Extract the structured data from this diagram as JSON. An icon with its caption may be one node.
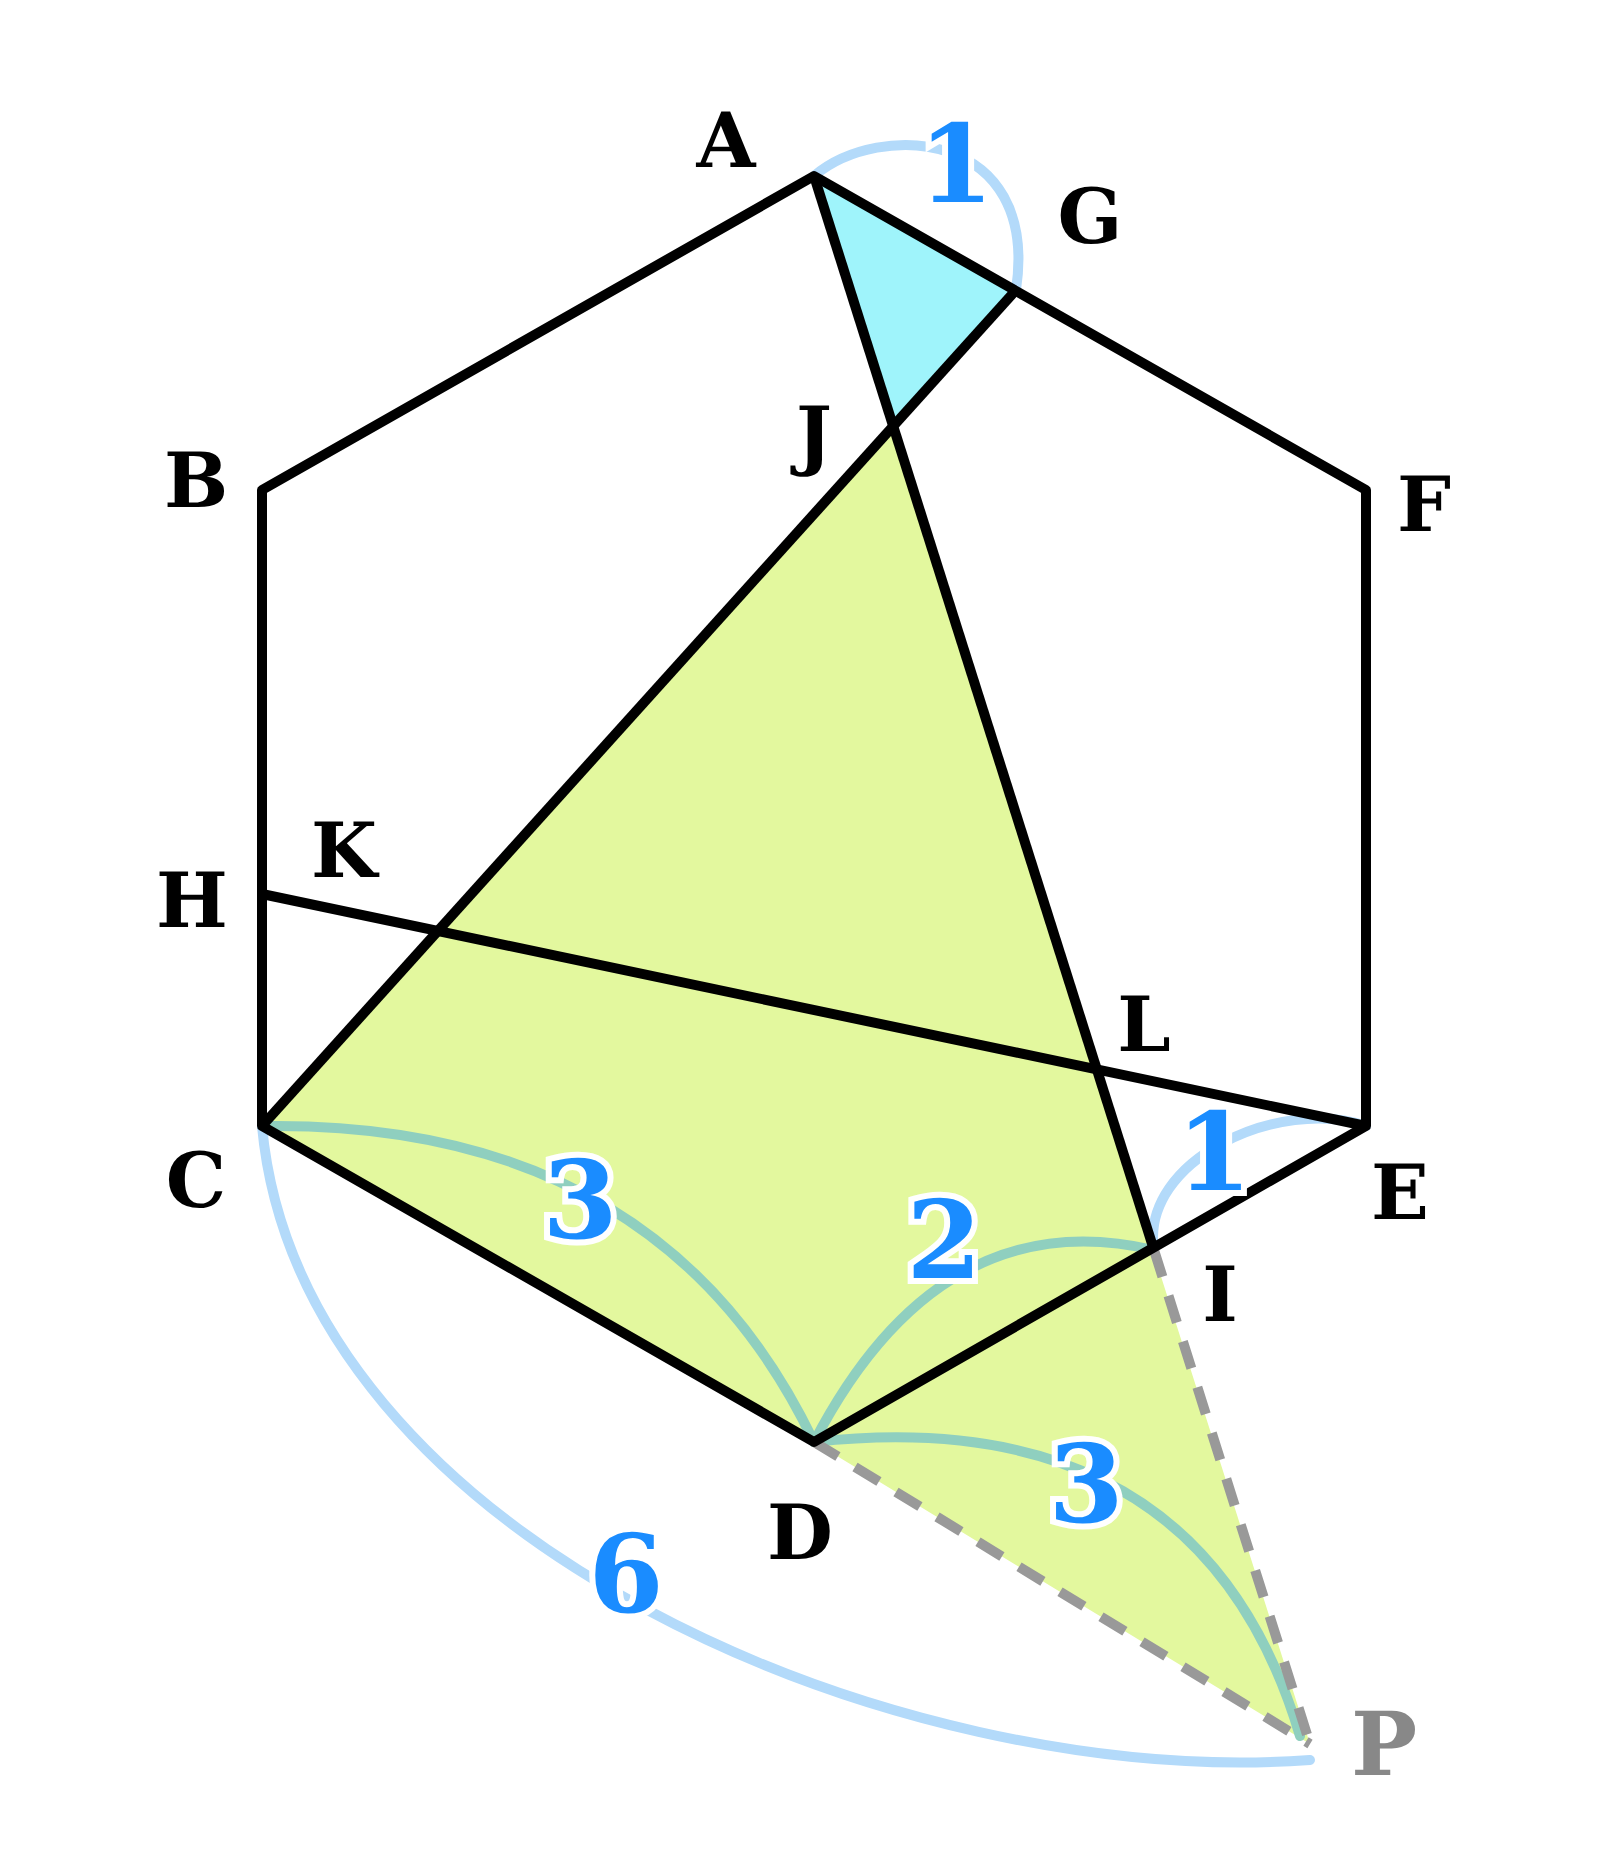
{
  "diagram": {
    "labels": [
      "A",
      "1",
      "G",
      "J",
      "B",
      "F",
      "K",
      "H",
      "L",
      "C",
      "1",
      "E",
      "3",
      "2",
      "I",
      "3",
      "D",
      "6",
      "P"
    ]
  }
}
